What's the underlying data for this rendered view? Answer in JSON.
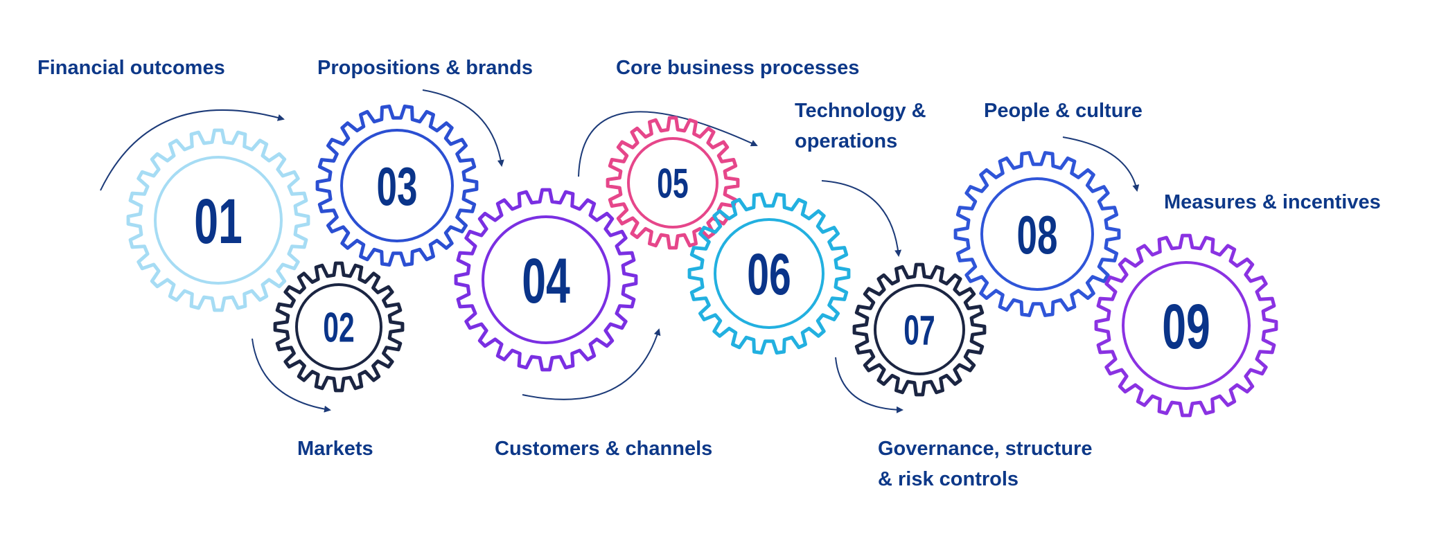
{
  "labels": {
    "financial": "Financial outcomes",
    "propositions": "Propositions & brands",
    "core": "Core business processes",
    "technology_1": "Technology &",
    "technology_2": "operations",
    "people": "People & culture",
    "measures": "Measures & incentives",
    "markets": "Markets",
    "customers": "Customers & channels",
    "governance_1": "Governance, structure",
    "governance_2": "& risk controls"
  },
  "gears": [
    {
      "number": "01",
      "color": "#a6dcf4"
    },
    {
      "number": "02",
      "color": "#1b2542"
    },
    {
      "number": "03",
      "color": "#2b4fd2"
    },
    {
      "number": "04",
      "color": "#7a2fe2"
    },
    {
      "number": "05",
      "color": "#e6468a"
    },
    {
      "number": "06",
      "color": "#22b0e0"
    },
    {
      "number": "07",
      "color": "#1b2542"
    },
    {
      "number": "08",
      "color": "#2f55d8"
    },
    {
      "number": "09",
      "color": "#8a32e2"
    }
  ],
  "colors": {
    "text": "#0d3888",
    "arrow": "#1c3a78"
  }
}
